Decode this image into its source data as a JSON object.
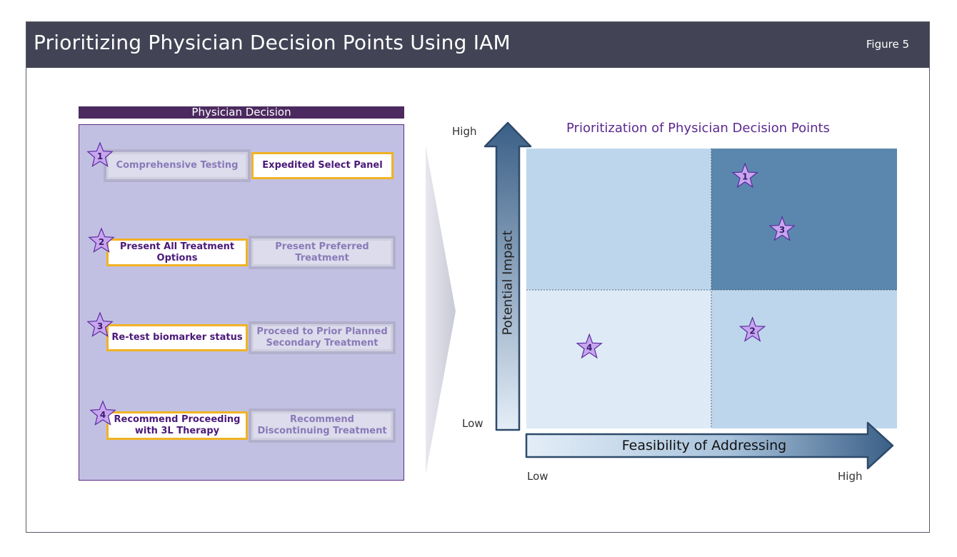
{
  "header": {
    "title": "Prioritizing Physician Decision Points Using IAM",
    "figure_label": "Figure 5"
  },
  "decision_panel": {
    "heading": "Physician Decision",
    "decisions": [
      {
        "number": "1",
        "selected": "Expedited Select Panel",
        "alternative": "Comprehensive Testing",
        "selected_side": "right"
      },
      {
        "number": "2",
        "selected": "Present All Treatment Options",
        "alternative": "Present Preferred Treatment",
        "selected_side": "left"
      },
      {
        "number": "3",
        "selected": "Re-test biomarker status",
        "alternative": "Proceed to Prior Planned Secondary Treatment",
        "selected_side": "left"
      },
      {
        "number": "4",
        "selected": "Recommend Proceeding with 3L Therapy",
        "alternative": "Recommend Discontinuing Treatment",
        "selected_side": "left"
      }
    ]
  },
  "matrix": {
    "title": "Prioritization of Physician Decision Points",
    "y_axis": {
      "title": "Potential Impact",
      "low": "Low",
      "high": "High"
    },
    "x_axis": {
      "title": "Feasibility of Addressing",
      "low": "Low",
      "high": "High"
    },
    "quadrant_colors": {
      "top_left": "#bdd6ec",
      "top_right": "#5b87ae",
      "bottom_left": "#deeaf6",
      "bottom_right": "#bdd6ec"
    },
    "points": [
      {
        "label": "1",
        "feasibility": 0.59,
        "impact": 0.9
      },
      {
        "label": "3",
        "feasibility": 0.69,
        "impact": 0.71
      },
      {
        "label": "2",
        "feasibility": 0.61,
        "impact": 0.35
      },
      {
        "label": "4",
        "feasibility": 0.17,
        "impact": 0.29
      }
    ]
  },
  "colors": {
    "header_bg": "#424455",
    "panel_bg": "#c2c0e2",
    "selected_border": "#f0b323",
    "star_fill": "#c7a6ee",
    "star_stroke": "#5a2aa0"
  }
}
